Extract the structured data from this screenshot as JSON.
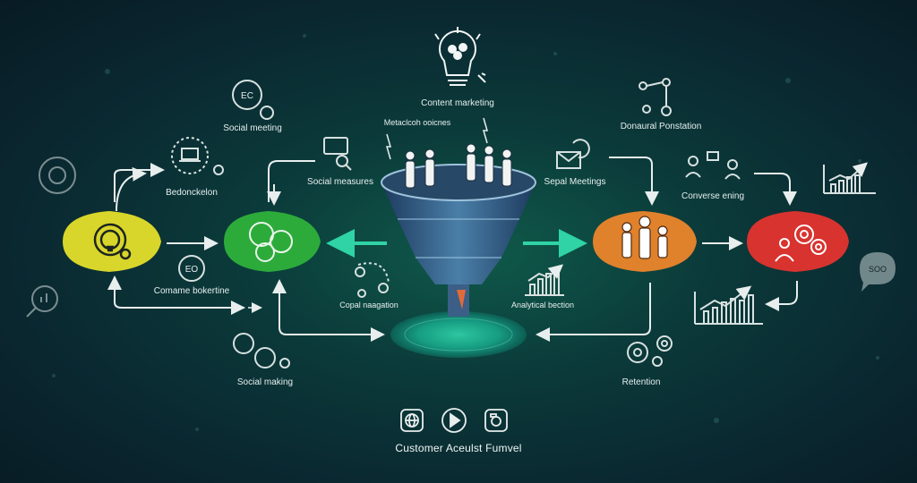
{
  "labels": {
    "content_marketing": "Content marketing",
    "social_meeting_top": "Social meeting",
    "bedonckelon": "Bedonckelon",
    "social_measures": "Social measures",
    "metaclick_solutions": "Metaclcoh ooicnes",
    "sepal_meetings": "Sepal Meetings",
    "donaural_formation": "Donaural Ponstation",
    "converse_ening": "Converse ening",
    "comame_bokertine": "Comame bokertine",
    "capal_navigation": "Copal naagation",
    "analytical_bection": "Analytical bection",
    "social_making_bottom": "Social making",
    "retention": "Retention",
    "eo_badge": "EO",
    "ec_badge": "EC",
    "seo_bubble": "SOO"
  },
  "footer": {
    "title": "Customer Aceulst Fumvel"
  },
  "colors": {
    "yellow": "#d9d62b",
    "green": "#2cab3a",
    "orange": "#e0812c",
    "red": "#d8332f",
    "teal": "#2ec6a0",
    "line": "#e8eeee"
  },
  "icons": {
    "controls": [
      "globe-icon",
      "play-icon",
      "camera-icon"
    ]
  }
}
